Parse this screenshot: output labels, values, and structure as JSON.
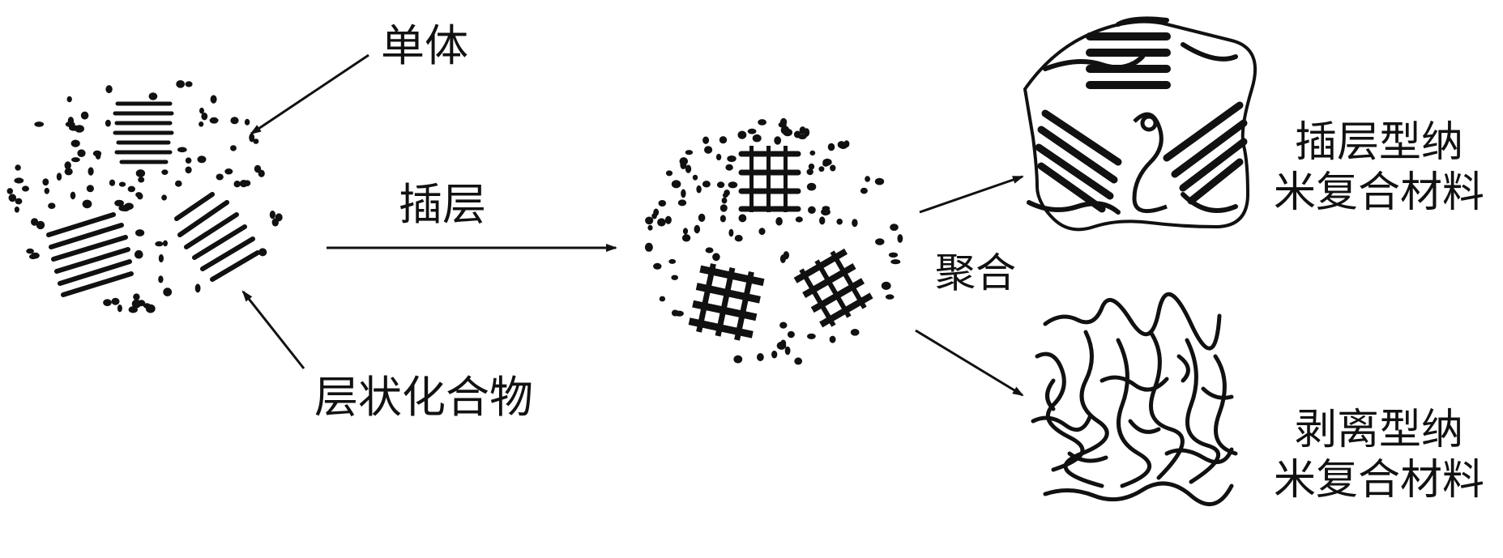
{
  "labels": {
    "monomer": "单体",
    "layered_compound": "层状化合物",
    "intercalation": "插层",
    "polymerization": "聚合",
    "intercalated_line1": "插层型纳",
    "intercalated_line2": "米复合材料",
    "exfoliated_line1": "剥离型纳",
    "exfoliated_line2": "米复合材料"
  },
  "colors": {
    "ink": "#111111",
    "background": "#ffffff"
  }
}
